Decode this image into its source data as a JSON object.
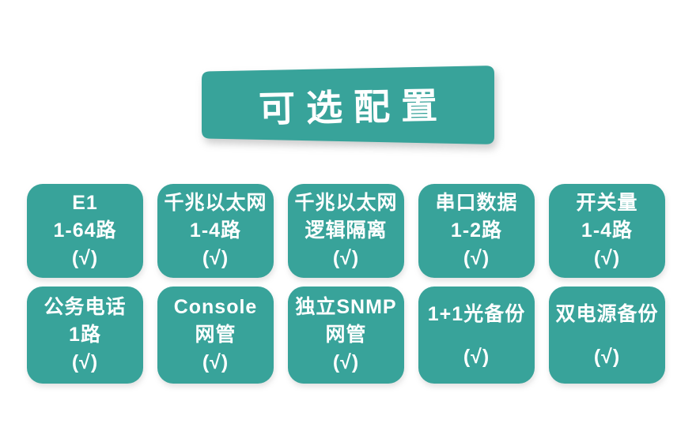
{
  "banner": {
    "title": "可选配置"
  },
  "colors": {
    "teal": "#38a39a",
    "text_on_teal": "#ffffff",
    "page_bg": "#ffffff"
  },
  "check_symbol": "(√)",
  "cards": [
    {
      "id": "e1",
      "lines": [
        "E1",
        "1-64路",
        "(√)"
      ]
    },
    {
      "id": "gbe-4ch",
      "lines": [
        "千兆以太网",
        "1-4路",
        "(√)"
      ]
    },
    {
      "id": "gbe-isolation",
      "lines": [
        "千兆以太网",
        "逻辑隔离",
        "(√)"
      ]
    },
    {
      "id": "serial-data",
      "lines": [
        "串口数据",
        "1-2路",
        "(√)"
      ]
    },
    {
      "id": "switch-io",
      "lines": [
        "开关量",
        "1-4路",
        "(√)"
      ]
    },
    {
      "id": "service-phone",
      "lines": [
        "公务电话",
        "1路",
        "(√)"
      ]
    },
    {
      "id": "console-mgmt",
      "lines": [
        "Console",
        "网管",
        "(√)"
      ]
    },
    {
      "id": "snmp-mgmt",
      "lines": [
        "独立SNMP",
        "网管",
        "(√)"
      ]
    },
    {
      "id": "optical-backup",
      "lines": [
        "1+1光备份",
        "(√)"
      ]
    },
    {
      "id": "dual-power",
      "lines": [
        "双电源备份",
        "(√)"
      ]
    }
  ]
}
